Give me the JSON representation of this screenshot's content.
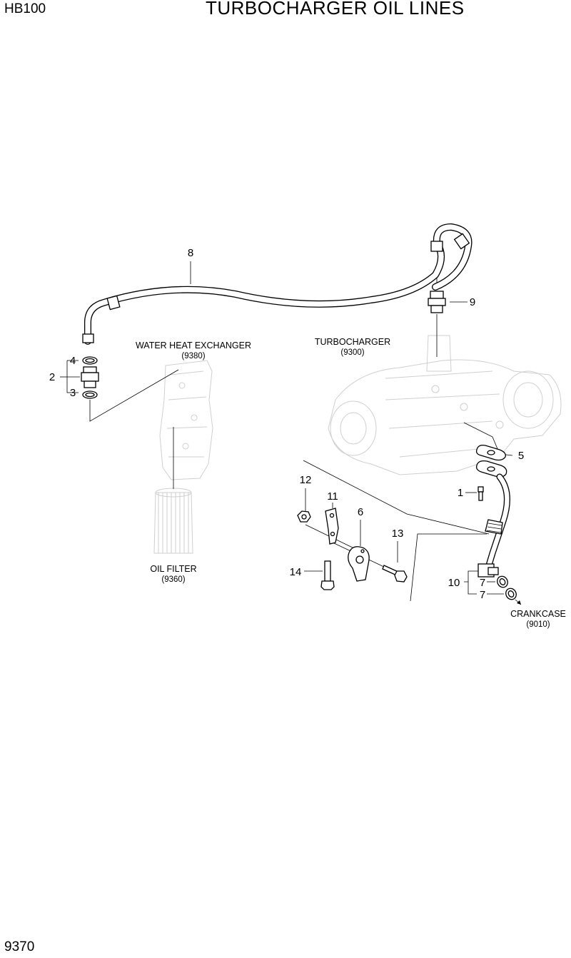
{
  "header": {
    "model": "HB100",
    "title": "TURBOCHARGER OIL LINES"
  },
  "footer": {
    "page_number": "9370"
  },
  "callouts": {
    "water_heat_exchanger": {
      "name": "WATER HEAT EXCHANGER",
      "ref": "(9380)"
    },
    "turbocharger": {
      "name": "TURBOCHARGER",
      "ref": "(9300)"
    },
    "oil_filter": {
      "name": "OIL FILTER",
      "ref": "(9360)"
    },
    "crankcase": {
      "name": "CRANKCASE",
      "ref": "(9010)"
    }
  },
  "part_numbers": {
    "p1": "1",
    "p2": "2",
    "p3": "3",
    "p4": "4",
    "p5": "5",
    "p6": "6",
    "p7a": "7",
    "p7b": "7",
    "p8": "8",
    "p9": "9",
    "p10": "10",
    "p11": "11",
    "p12": "12",
    "p13": "13",
    "p14": "14"
  }
}
